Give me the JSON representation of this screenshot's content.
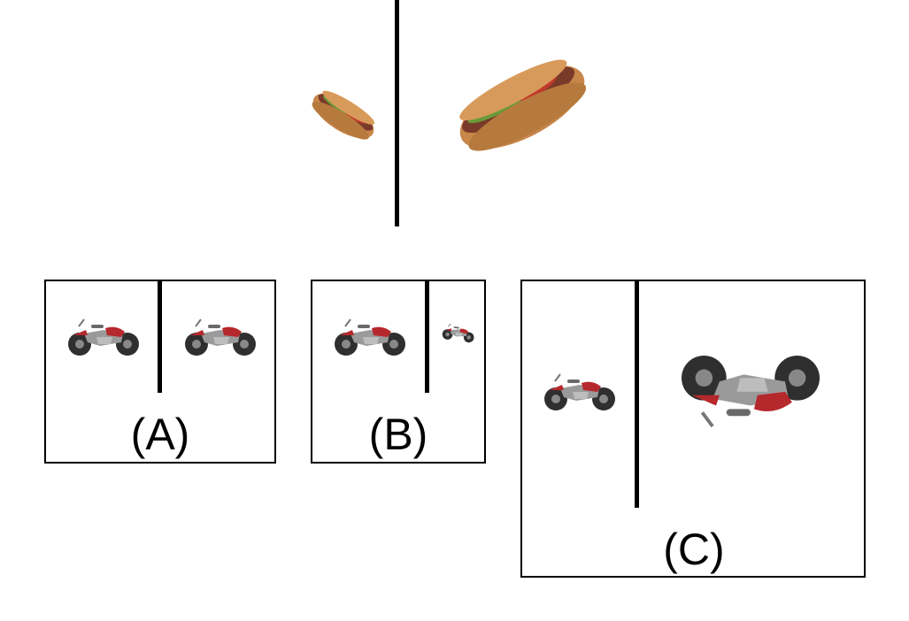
{
  "options": [
    {
      "id": "A",
      "label": "(A)",
      "left_image": "motorcycle-icon",
      "right_image": "motorcycle-icon"
    },
    {
      "id": "B",
      "label": "(B)",
      "left_image": "motorcycle-icon",
      "right_image": "motorcycle-icon"
    },
    {
      "id": "C",
      "label": "(C)",
      "left_image": "motorcycle-icon",
      "right_image": "motorcycle-icon"
    }
  ],
  "example": {
    "left_image": "sandwich-icon",
    "right_image": "sandwich-icon"
  },
  "colors": {
    "line": "#000000",
    "bread": "#c8864a",
    "moto_body": "#7a7a7a",
    "moto_accent": "#b5282c",
    "tire": "#2f2f2f"
  }
}
